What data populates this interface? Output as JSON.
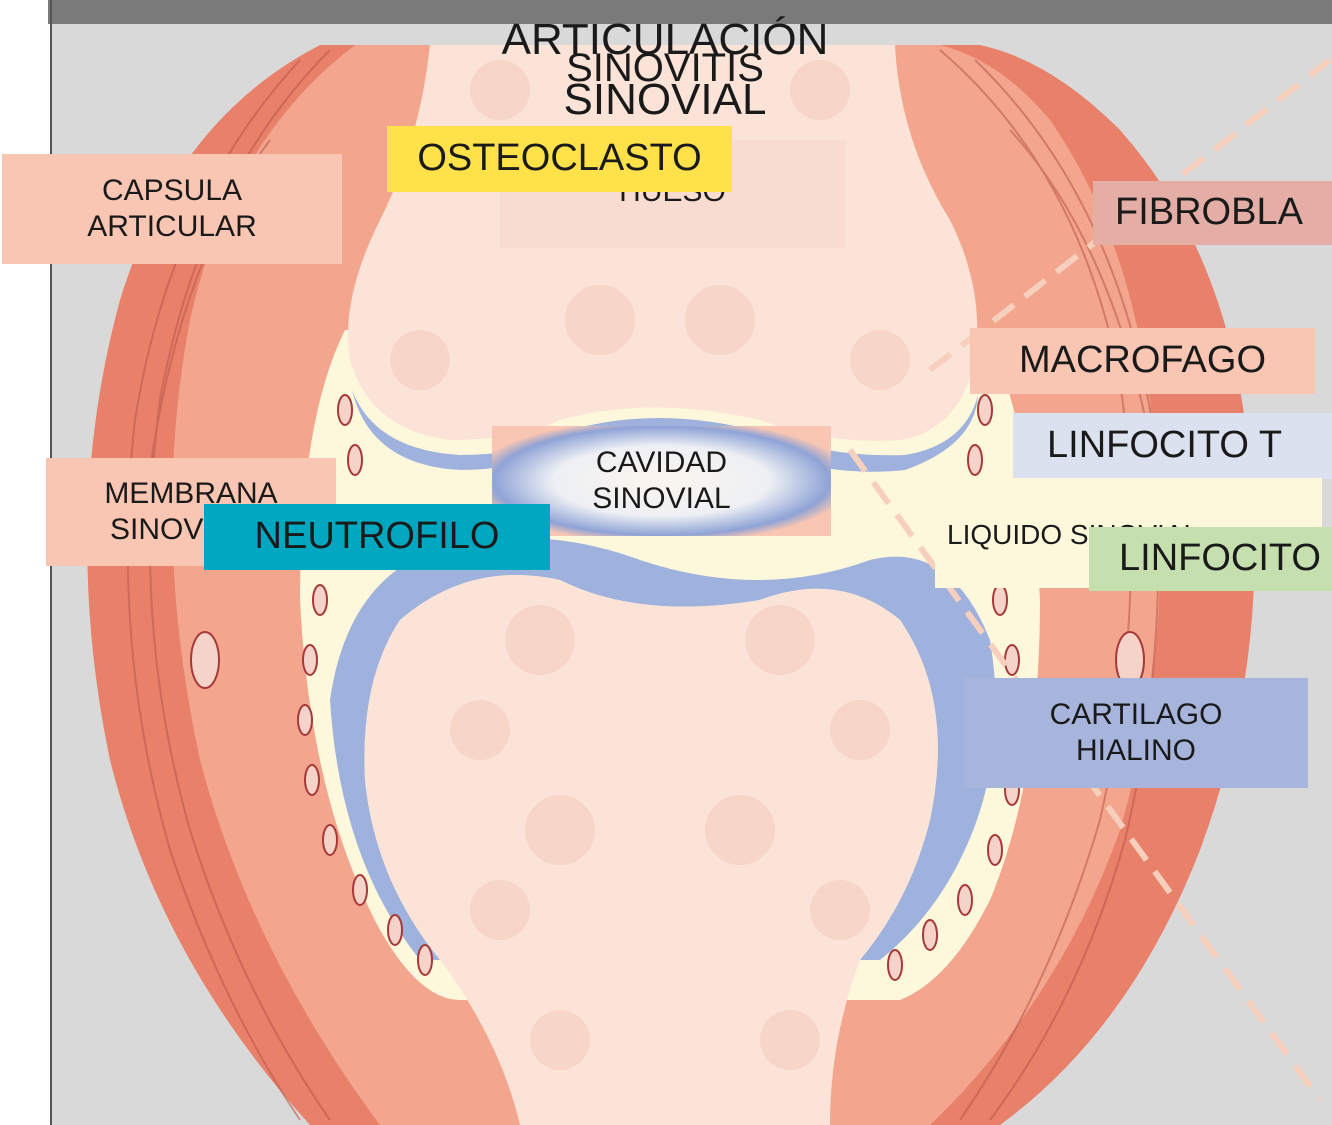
{
  "title": {
    "line1": "ARTICULACIÓN",
    "line2": "SINOVITIS",
    "line3": "SINOVIAL"
  },
  "labels": {
    "capsula": [
      "CAPSULA",
      "ARTICULAR"
    ],
    "osteoclasto": "OSTEOCLASTO",
    "hueso": "HUESO",
    "fibroblasto": "FIBROBLA",
    "macrofago": "MACROFAGO",
    "linfocito_t": "LINFOCITO T",
    "membrana": [
      "MEMBRANA",
      "SINOV"
    ],
    "neutrofilo": "NEUTROFILO",
    "cavidad": [
      "CAVIDAD",
      "SINOVIAL"
    ],
    "liquido": "LIQUIDO SINOVIAL",
    "linfocito_b": "LINFOCITO",
    "cartilago": [
      "CARTILAGO",
      "HIALINO"
    ]
  },
  "colors": {
    "background": "#d9d9d9",
    "muscle": "#e8806a",
    "capsule_inner": "#f3a58e",
    "bone": "#fbe3d8",
    "cartilage": "#9fb1dd",
    "synovial_fluid": "#fdf8dc",
    "osteoclasto_bg": "#ffe14a",
    "neutrofilo_bg": "#00a7c0",
    "fibroblasto_bg": "#e4aea6",
    "linfocito_t_bg": "#dbe1ee",
    "linfocito_b_bg": "#c6dfae",
    "cartilago_bg": "#a7b5dc",
    "salmon_label_bg": "#f8c6b3"
  }
}
